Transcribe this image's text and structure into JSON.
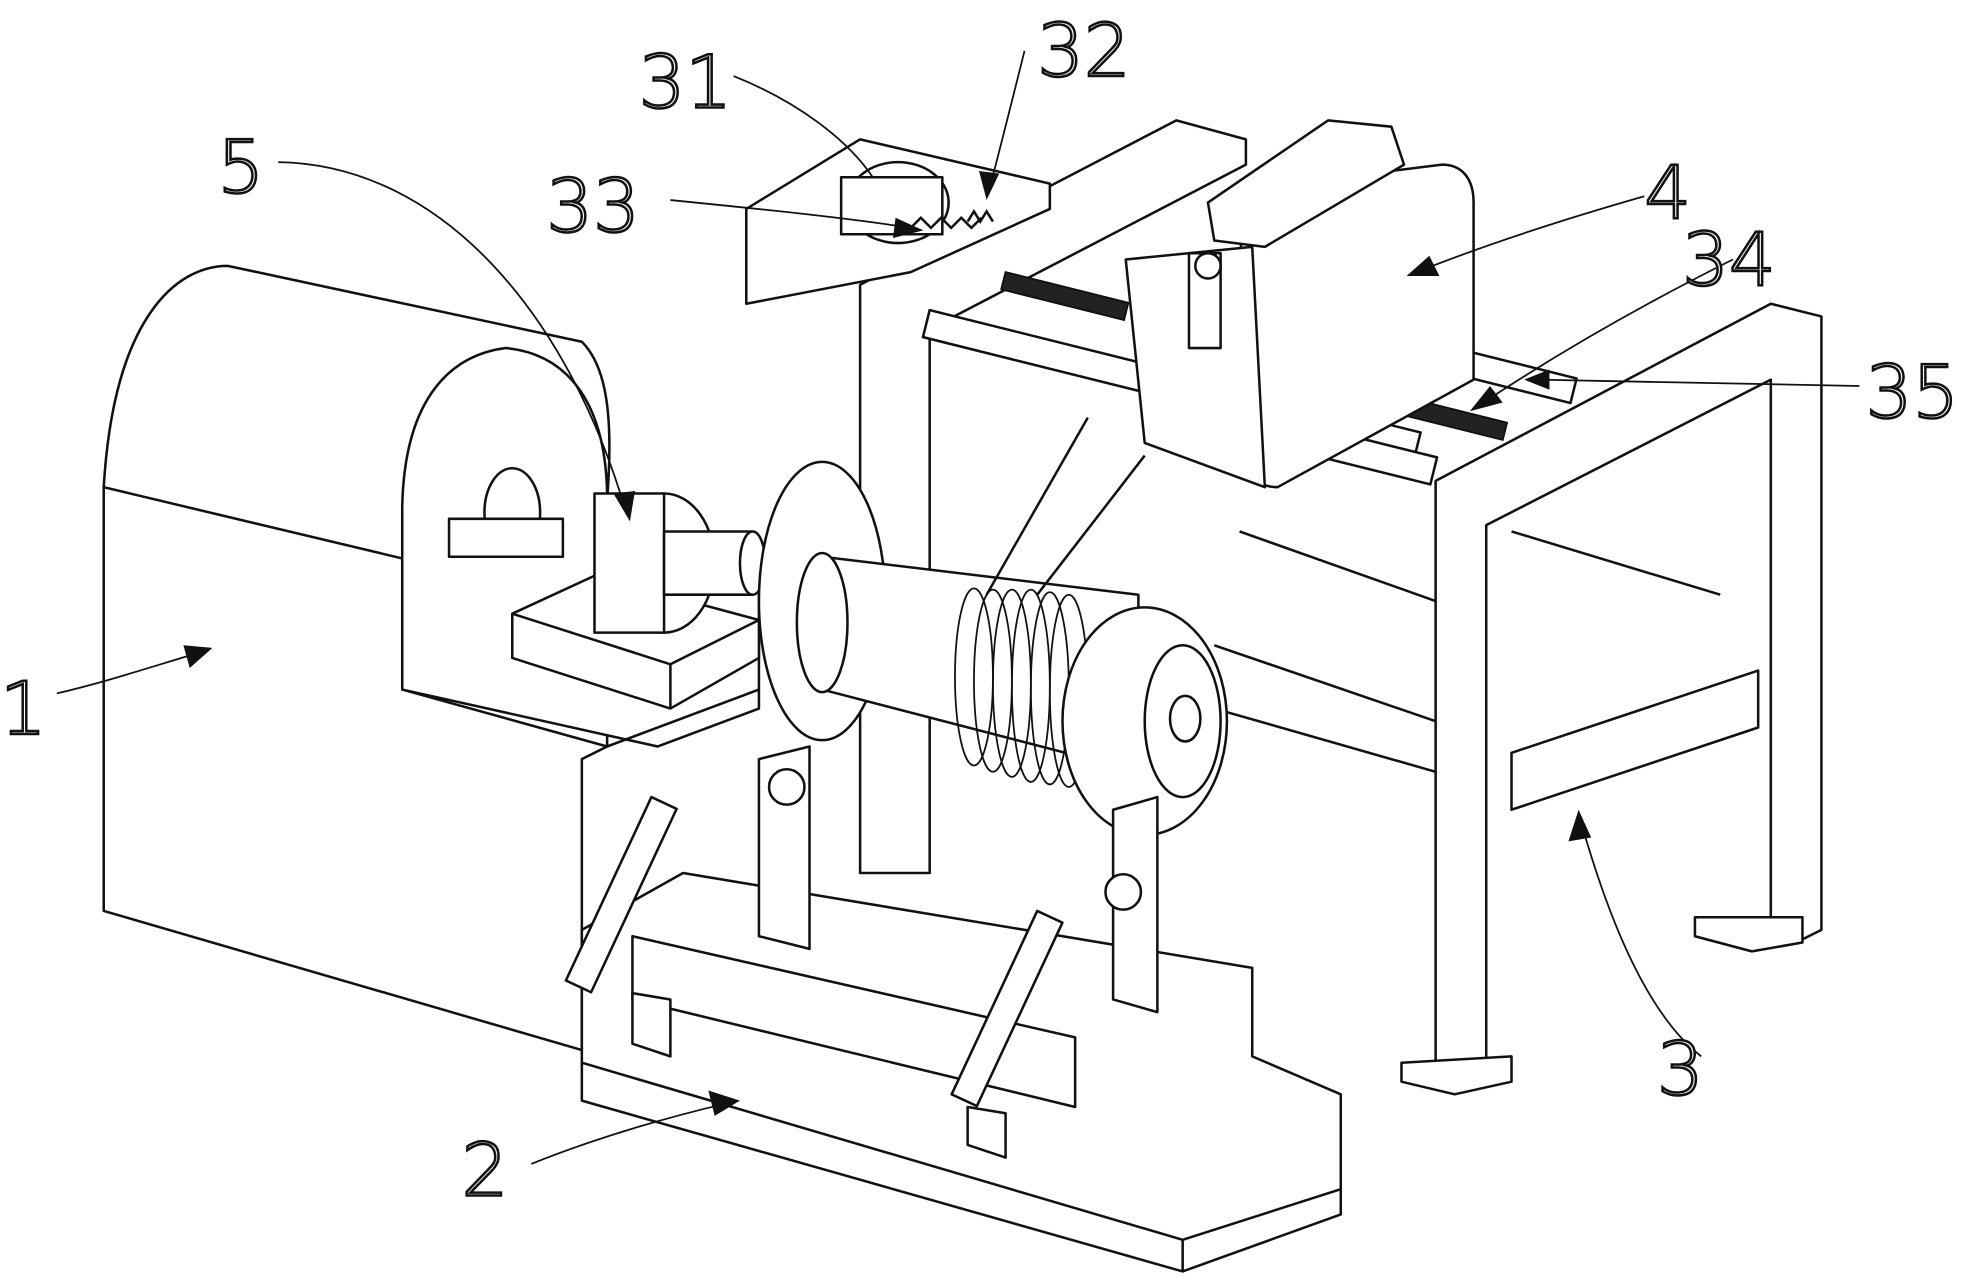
{
  "figure": {
    "labels": {
      "l1": "1",
      "l2": "2",
      "l3": "3",
      "l4": "4",
      "l5": "5",
      "l31": "31",
      "l32": "32",
      "l33": "33",
      "l34": "34",
      "l35": "35"
    }
  }
}
